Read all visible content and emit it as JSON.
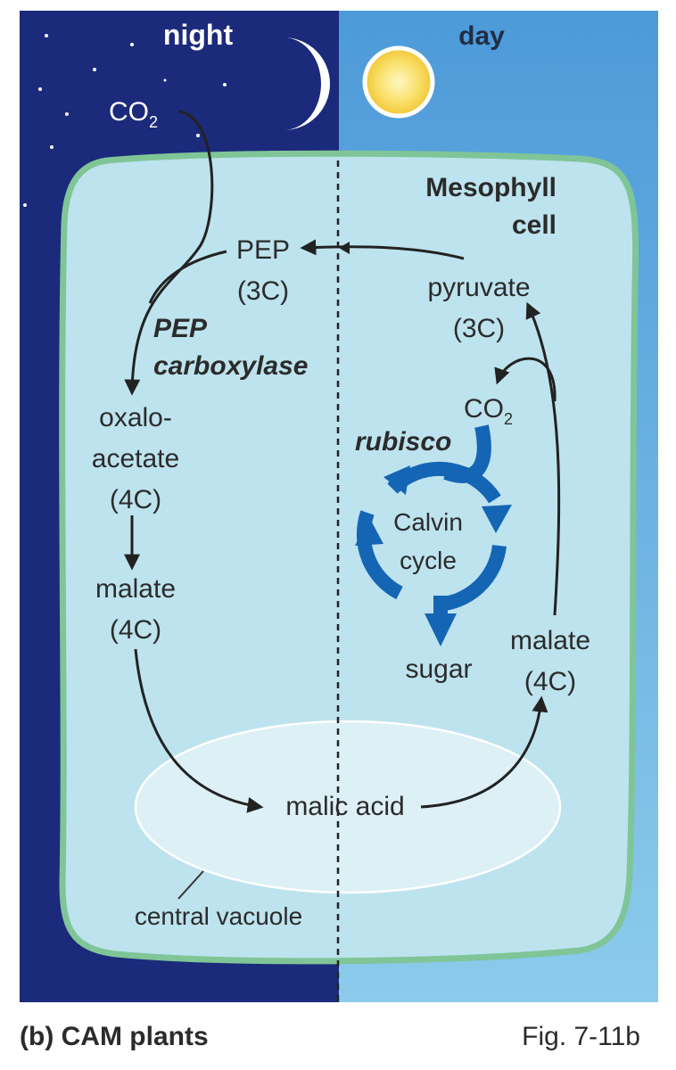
{
  "sky": {
    "night_label": "night",
    "day_label": "day",
    "co2_text": "CO",
    "co2_sub": "2"
  },
  "cell": {
    "title_line1": "Mesophyll",
    "title_line2": "cell"
  },
  "night_side": {
    "pep": "PEP",
    "pep_carbons": "(3C)",
    "enzyme_line1": "PEP",
    "enzyme_line2": "carboxylase",
    "oaa_line1": "oxalo-",
    "oaa_line2": "acetate",
    "oaa_carbons": "(4C)",
    "malate": "malate",
    "malate_carbons": "(4C)"
  },
  "vacuole": {
    "malic_acid": "malic acid",
    "label": "central vacuole"
  },
  "day_side": {
    "pyruvate": "pyruvate",
    "pyruvate_carbons": "(3C)",
    "co2_text": "CO",
    "co2_sub": "2",
    "rubisco": "rubisco",
    "calvin_line1": "Calvin",
    "calvin_line2": "cycle",
    "sugar": "sugar",
    "malate": "malate",
    "malate_carbons": "(4C)"
  },
  "caption": {
    "left": "(b) CAM plants",
    "right": "Fig. 7-11b"
  },
  "colors": {
    "night_sky": "#1b2a7a",
    "day_sky": "#5aa6de",
    "cell_fill": "#bde3ee",
    "cell_wall": "#7fc597",
    "calvin_blue": "#1565b5",
    "sun": "#f7d84f"
  }
}
